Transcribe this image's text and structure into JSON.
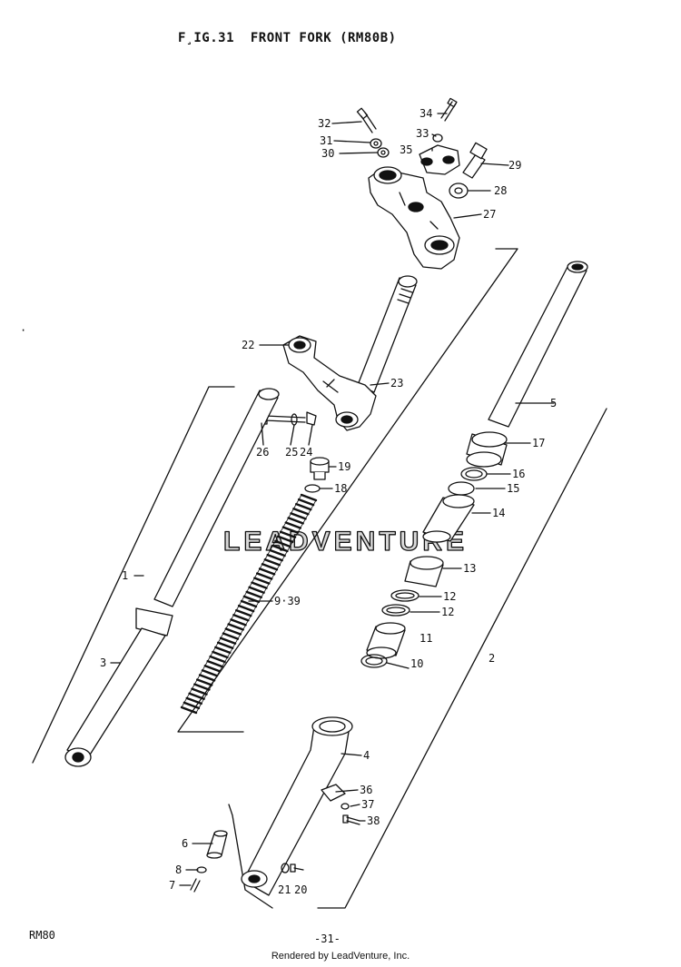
{
  "title": "F̧IG.31  FRONT FORK (RM80B)",
  "footer": {
    "model": "RM80",
    "page": "-31-",
    "credit": "Rendered by LeadVenture, Inc."
  },
  "watermark": "LEADVENTURE",
  "stray_mark": "·",
  "labels": {
    "p1": "1",
    "p2": "2",
    "p3": "3",
    "p4": "4",
    "p5": "5",
    "p6": "6",
    "p7": "7",
    "p8": "8",
    "p9_39": "9·39",
    "p10": "10",
    "p11": "11",
    "p12a": "12",
    "p12b": "12",
    "p13": "13",
    "p14": "14",
    "p15": "15",
    "p16": "16",
    "p17": "17",
    "p18": "18",
    "p19": "19",
    "p20": "20",
    "p21": "21",
    "p22": "22",
    "p23": "23",
    "p24": "24",
    "p25": "25",
    "p26": "26",
    "p27": "27",
    "p28": "28",
    "p29": "29",
    "p30": "30",
    "p31": "31",
    "p32": "32",
    "p33": "33",
    "p34": "34",
    "p35": "35",
    "p36": "36",
    "p37": "37",
    "p38": "38"
  }
}
